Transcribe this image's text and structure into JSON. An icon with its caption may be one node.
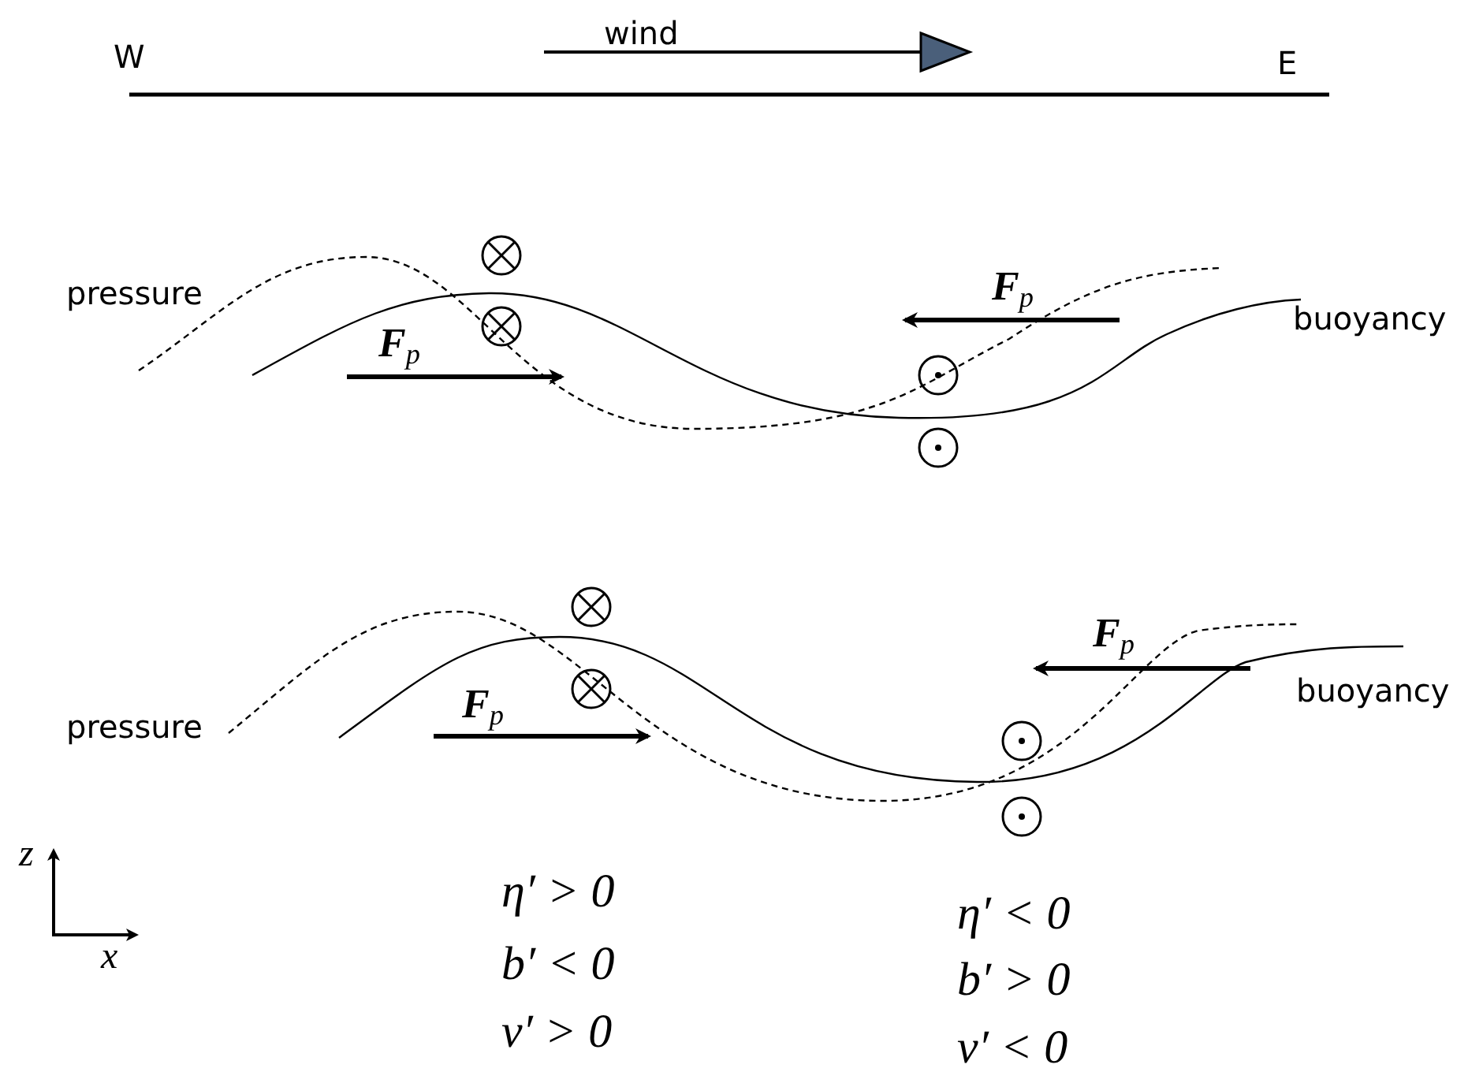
{
  "diagram": {
    "labels": [
      "wind",
      "W",
      "E",
      "**F**$_{p}$",
      "pressure",
      "buoyancy",
      "**F**$_{p}$",
      "**F**$_{p}$",
      "buoyancy",
      "pressure",
      "**F**$_{p}$",
      "z",
      "η′ > 0",
      "η′ < 0",
      "x",
      "b′ < 0",
      "b′ > 0",
      "v′ > 0",
      "v′ < 0"
    ]
  }
}
